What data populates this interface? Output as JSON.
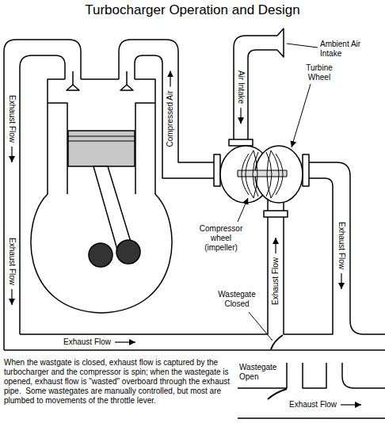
{
  "diagram": {
    "title": "Turbocharger Operation and Design",
    "caption": "When the wastgate is closed, exhaust flow is captured by the turbocharger and the compressor is spin; when the wastegate is opened, exhaust flow is \"wasted\" overboard through the exhaust pipe.  Some wastegates are manually controlled, but most are plumbed to movements of the throttle lever.",
    "labels": [
      "Exhaust Flow",
      "Exhaust Flow",
      "Compressed Air",
      "Air Intake",
      "Ambient Air Intake",
      "Turbine Wheel",
      "Compressor wheel (impeller)",
      "Exhaust Flow",
      "Exhaust Flow",
      "Wastegate Closed",
      "Exhaust Flow",
      "Wastegate Open",
      "Exhaust Flow"
    ]
  }
}
